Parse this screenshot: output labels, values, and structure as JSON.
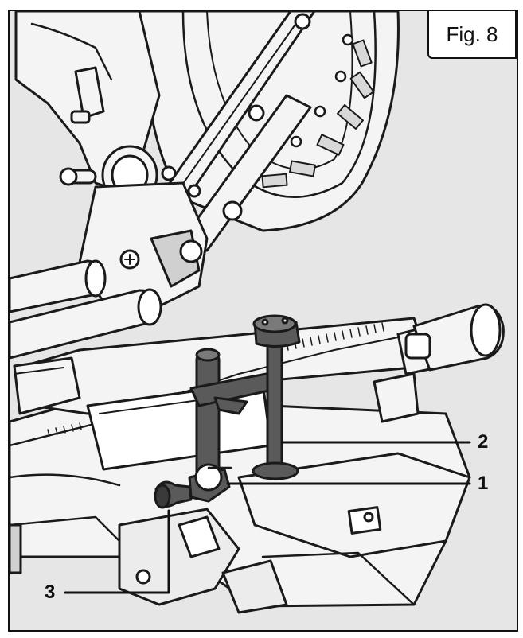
{
  "figure": {
    "label": "Fig. 8"
  },
  "callouts": [
    {
      "number": "1"
    },
    {
      "number": "2"
    },
    {
      "number": "3"
    }
  ],
  "colors": {
    "background": "#e6e6e6",
    "line": "#1a1a1a",
    "part_fill": "#f4f4f4",
    "clamp_fill": "#5a5a5a"
  }
}
